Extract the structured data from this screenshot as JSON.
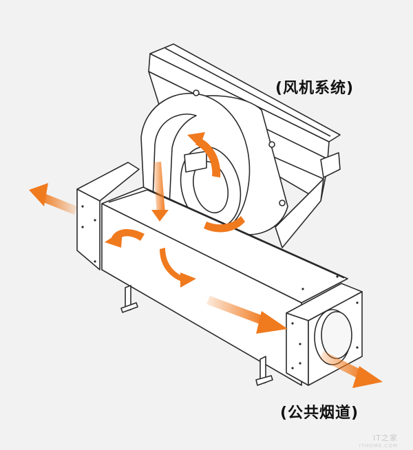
{
  "labels": {
    "fan_system": "(风机系统)",
    "public_flue": "(公共烟道)"
  },
  "watermark": {
    "text": "IT之家",
    "domain": "ITHOME.COM"
  },
  "colors": {
    "background": "#f2f2f2",
    "line": "#2a2a2a",
    "fill": "#ffffff",
    "arrow": "#f07a1e"
  }
}
